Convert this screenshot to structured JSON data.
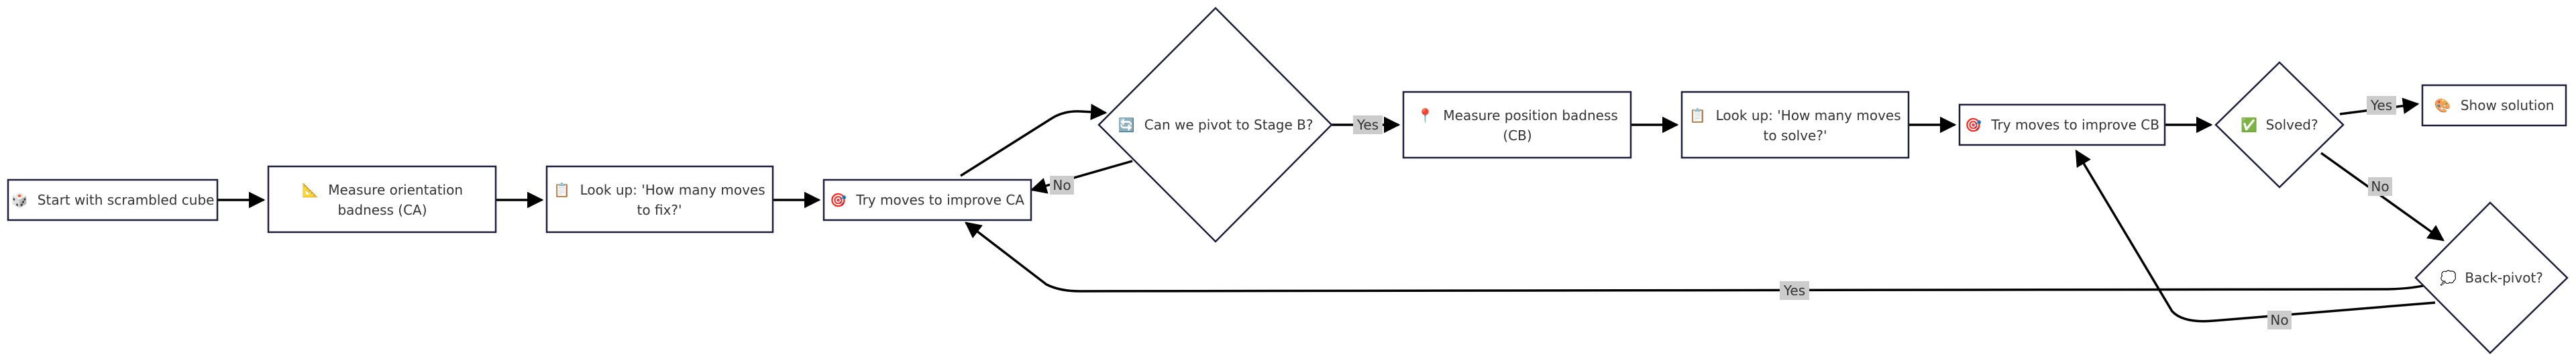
{
  "colors": {
    "node_fill": "#ffffff",
    "node_stroke": "#1e1e3c",
    "edge": "#000000",
    "label_bg": "#cccccc",
    "text": "#333333"
  },
  "nodes": {
    "start": {
      "icon": "🎲",
      "lines": [
        "Start with scrambled cube"
      ]
    },
    "measure_ca": {
      "icon": "📐",
      "lines": [
        "Measure orientation",
        "badness (CA)"
      ]
    },
    "lookup_fix": {
      "icon": "📋",
      "lines": [
        "Look up: 'How many moves",
        "to fix?'"
      ]
    },
    "try_ca": {
      "icon": "🎯",
      "lines": [
        "Try moves to improve CA"
      ]
    },
    "pivot_b": {
      "icon": "🔄",
      "lines": [
        "Can we pivot to Stage B?"
      ]
    },
    "measure_cb": {
      "icon": "📍",
      "lines": [
        "Measure position badness",
        "(CB)"
      ]
    },
    "lookup_solve": {
      "icon": "📋",
      "lines": [
        "Look up: 'How many moves",
        "to solve?'"
      ]
    },
    "try_cb": {
      "icon": "🎯",
      "lines": [
        "Try moves to improve CB"
      ]
    },
    "solved": {
      "icon": "✅",
      "lines": [
        "Solved?"
      ]
    },
    "show": {
      "icon": "🎨",
      "lines": [
        "Show solution"
      ]
    },
    "back_pivot": {
      "icon": "💭",
      "lines": [
        "Back-pivot?"
      ]
    }
  },
  "edges": {
    "pivot_yes": "Yes",
    "pivot_no": "No",
    "solved_yes": "Yes",
    "solved_no": "No",
    "back_yes": "Yes",
    "back_no": "No"
  }
}
